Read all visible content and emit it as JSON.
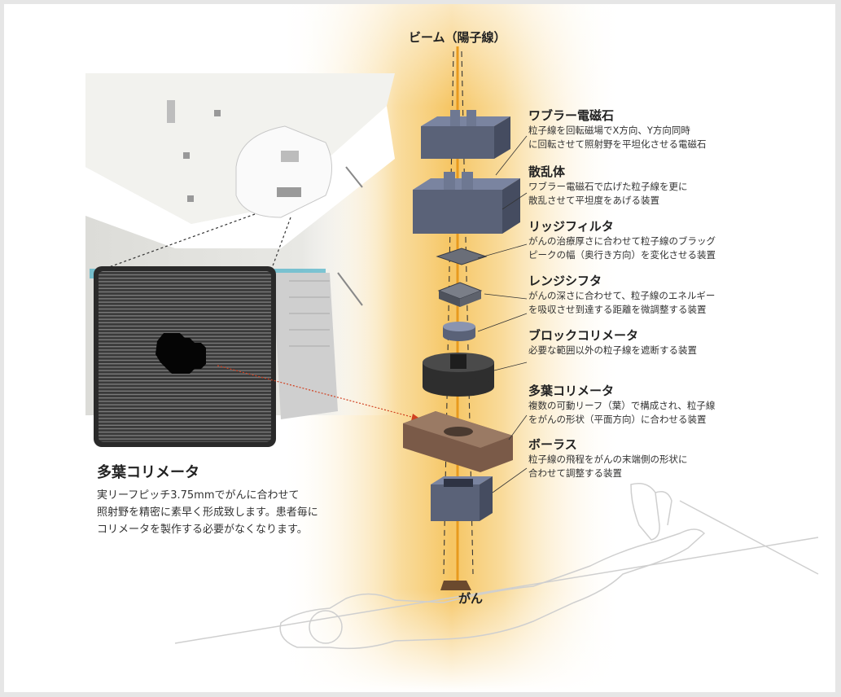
{
  "beam_title": "ビーム（陽子線）",
  "cancer_label": "がん",
  "components": [
    {
      "name": "ワブラー電磁石",
      "desc": "粒子線を回転磁場でX方向、Y方向同時\nに回転させて照射野を平坦化させる電磁石"
    },
    {
      "name": "散乱体",
      "desc": "ワブラー電磁石で広げた粒子線を更に\n散乱させて平坦度をあげる装置"
    },
    {
      "name": "リッジフィルタ",
      "desc": "がんの治療厚さに合わせて粒子線のブラッグ\nピークの幅（奥行き方向）を変化させる装置"
    },
    {
      "name": "レンジシフタ",
      "desc": "がんの深さに合わせて、粒子線のエネルギー\nを吸収させ到達する距離を微調整する装置"
    },
    {
      "name": "ブロックコリメータ",
      "desc": "必要な範囲以外の粒子線を遮断する装置"
    },
    {
      "name": "多葉コリメータ",
      "desc": "複数の可動リーフ（葉）で構成され、粒子線\nをがんの形状（平面方向）に合わせる装置"
    },
    {
      "name": "ボーラス",
      "desc": "粒子線の飛程をがんの末端側の形状に\n合わせて調整する装置"
    }
  ],
  "mlc_caption": {
    "title": "多葉コリメータ",
    "body": "実リーフピッチ3.75mmでがんに合わせて\n照射野を精密に素早く形成致します。患者毎に\nコリメータを製作する必要がなくなります。"
  },
  "colors": {
    "glow": "#f6c86a",
    "device": "#5a6278",
    "device_top": "#7a84a0",
    "beam": "#e89a1e",
    "tumor": "#6b4a2e",
    "mlc_brown": "#7a5a48"
  }
}
